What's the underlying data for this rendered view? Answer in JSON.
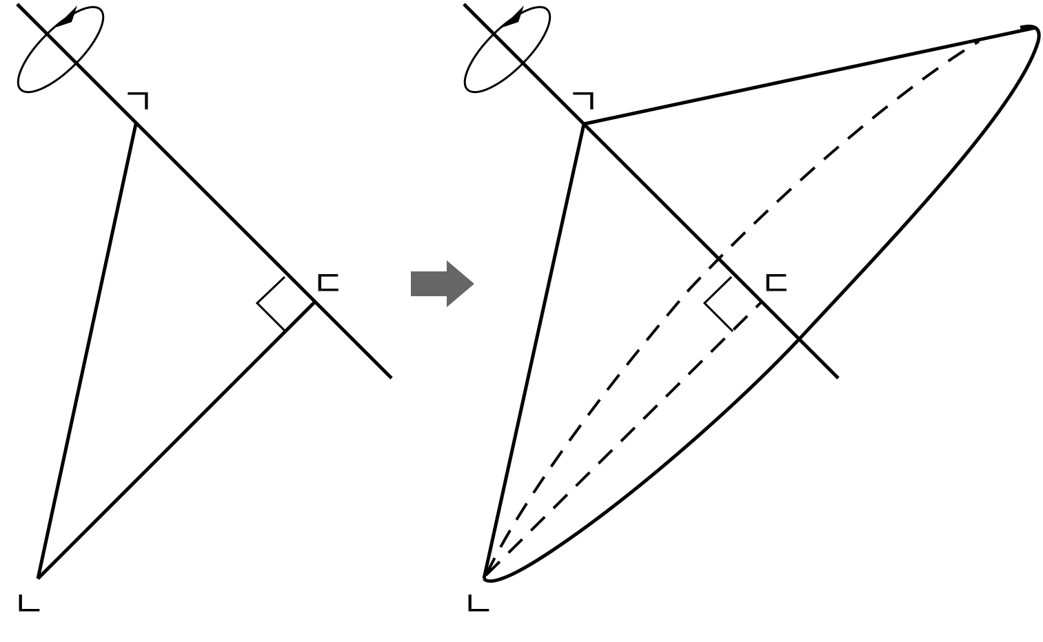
{
  "figure": {
    "left_panel": {
      "labels": {
        "top": "ㄱ",
        "right": "ㄷ",
        "bottom": "ㄴ"
      }
    },
    "right_panel": {
      "labels": {
        "top": "ㄱ",
        "right": "ㄷ",
        "bottom": "ㄴ"
      }
    },
    "icons": {
      "rotation": "rotation-arrow-icon",
      "transition": "right-arrow-icon"
    },
    "colors": {
      "line": "#000000",
      "arrow": "#666666",
      "background": "#ffffff"
    }
  }
}
